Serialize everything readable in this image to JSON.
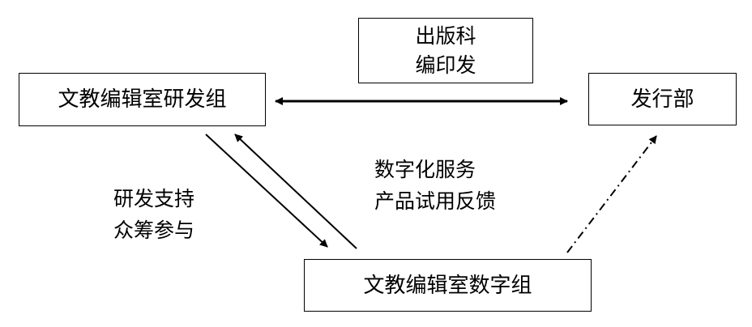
{
  "nodes": {
    "research_group": "文教编辑室研发组",
    "publishing": {
      "line1": "出版科",
      "line2": "编印发"
    },
    "distribution": "发行部",
    "digital_group": "文教编辑室数字组"
  },
  "edge_labels": {
    "support": {
      "line1": "研发支持",
      "line2": "众筹参与"
    },
    "feedback": {
      "line1": "数字化服务",
      "line2": "产品试用反馈"
    }
  }
}
